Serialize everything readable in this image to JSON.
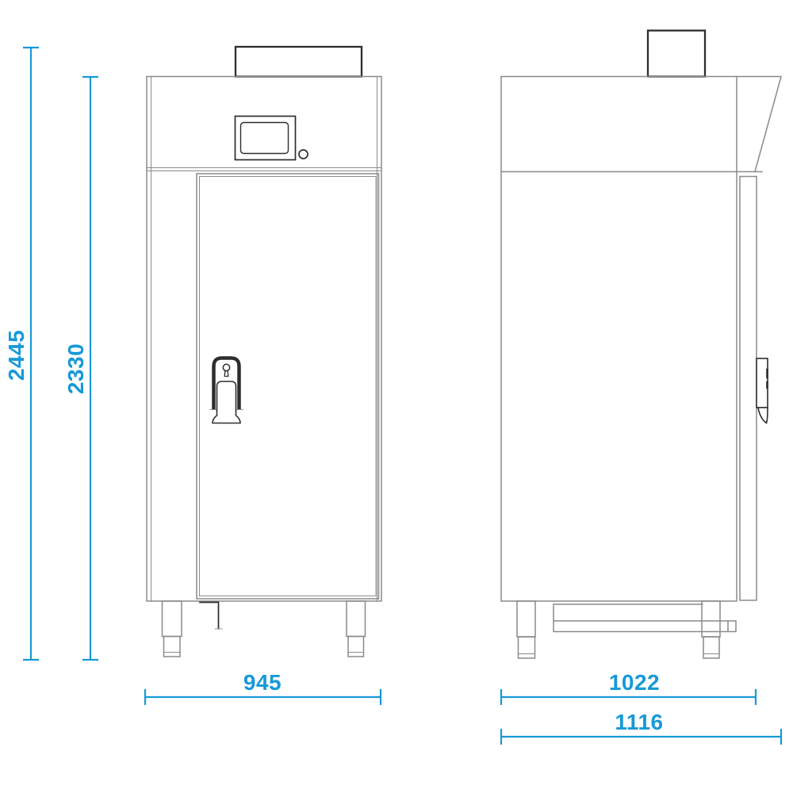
{
  "colors": {
    "dimension": "#1699d9",
    "outline": "#8a8a8a",
    "outline-dark": "#2d2d2d",
    "background": "#ffffff"
  },
  "dimensions": {
    "overall_height": "2445",
    "cabinet_height": "2330",
    "front_width": "945",
    "body_depth": "1022",
    "overall_depth": "1116"
  }
}
